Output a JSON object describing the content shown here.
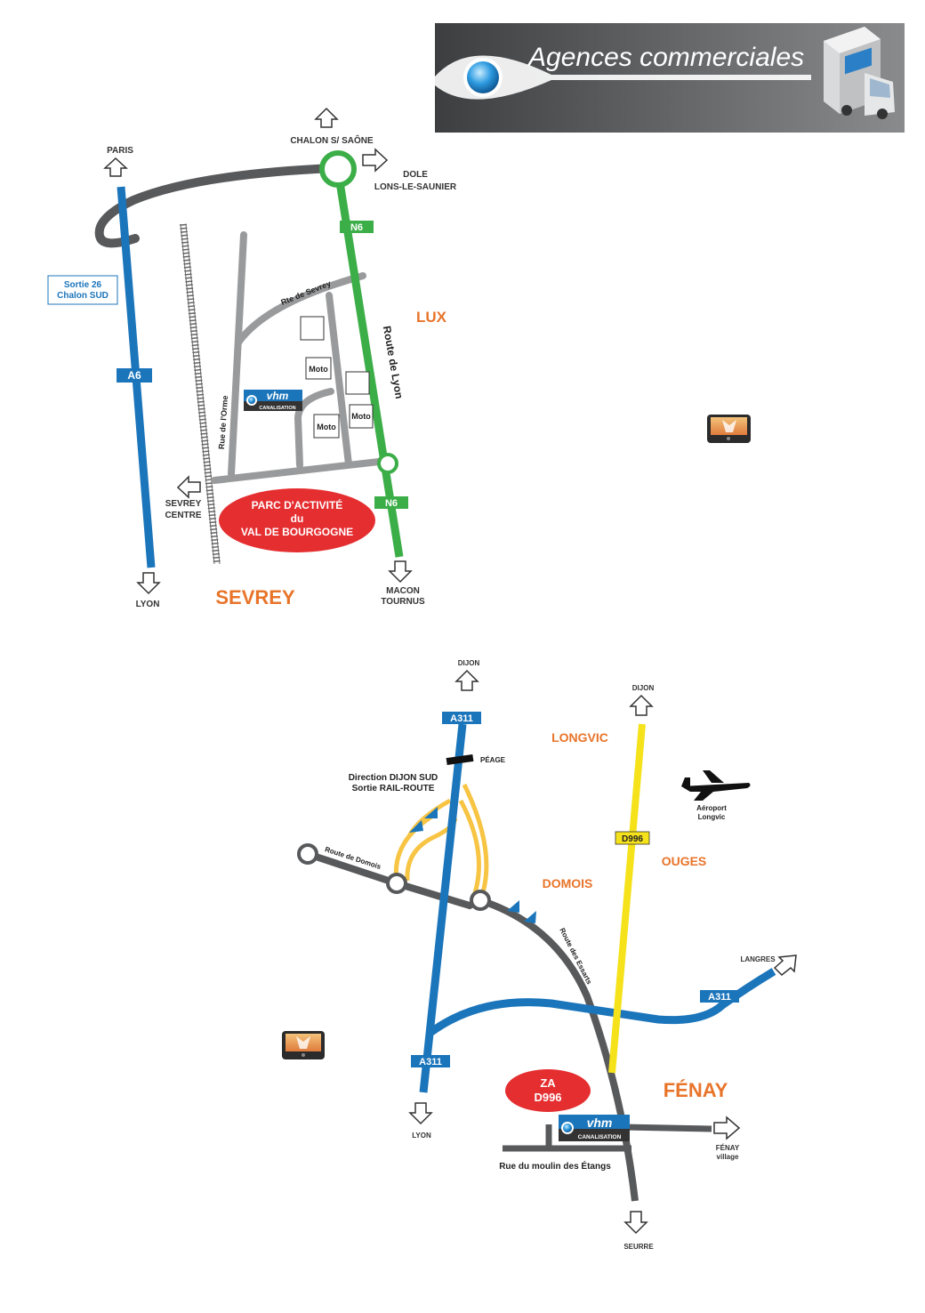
{
  "banner": {
    "title": "Agences commerciales"
  },
  "map1": {
    "paris": "PARIS",
    "chalon": "CHALON S/ SAÔNE",
    "dole": "DOLE",
    "lons": "LONS-LE-SAUNIER",
    "sortie_1": "Sortie 26",
    "sortie_2": "Chalon SUD",
    "a6": "A6",
    "n6_top": "N6",
    "n6_bottom": "N6",
    "rte_sevrey": "Rte de Sevrey",
    "route_lyon": "Route de Lyon",
    "lux": "LUX",
    "moto": "Moto",
    "rue_orme": "Rue de l'Orme",
    "sevrey_centre_1": "SEVREY",
    "sevrey_centre_2": "CENTRE",
    "parc_1": "PARC D'ACTIVITÉ",
    "parc_2": "du",
    "parc_3": "VAL DE BOURGOGNE",
    "lyon": "LYON",
    "sevrey": "SEVREY",
    "macon": "MACON",
    "tournus": "TOURNUS"
  },
  "vhm": {
    "brand": "vhm",
    "tag": "CANALISATION"
  },
  "map2": {
    "dijon_left": "DIJON",
    "dijon_right": "DIJON",
    "a311_top": "A311",
    "a311_mid": "A311",
    "a311_right": "A311",
    "peage": "PÉAGE",
    "direction_1": "Direction DIJON SUD",
    "direction_2": "Sortie RAIL-ROUTE",
    "longvic": "LONGVIC",
    "aeroport_1": "Aéroport",
    "aeroport_2": "Longvic",
    "d996": "D996",
    "ouges": "OUGES",
    "domois": "DOMOIS",
    "route_domois": "Route de Domois",
    "route_essarts": "Route des Essarts",
    "langres": "LANGRES",
    "lyon": "LYON",
    "za_1": "ZA",
    "za_2": "D996",
    "fenay": "FÉNAY",
    "fenay_village_1": "FÉNAY",
    "fenay_village_2": "village",
    "rue_moulin": "Rue du moulin des Étangs",
    "seurre": "SEURRE"
  },
  "colors": {
    "blue": "#1b75bb",
    "green": "#3cae48",
    "gray": "#58595b",
    "red": "#e52e30",
    "yellow": "#f5e21b",
    "orange": "#e8742a",
    "amber": "#f7c443"
  }
}
